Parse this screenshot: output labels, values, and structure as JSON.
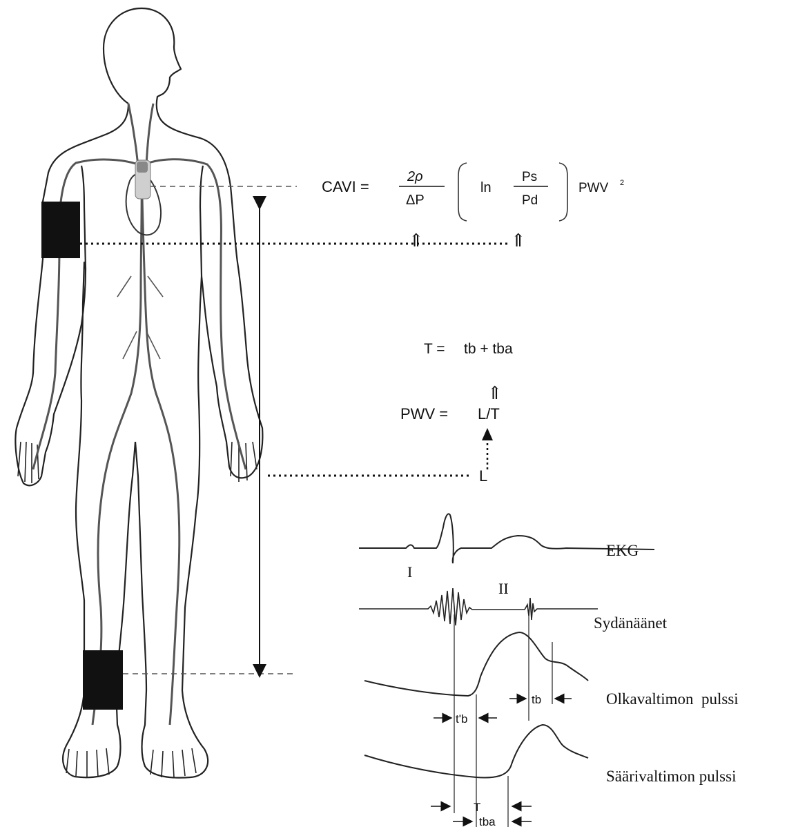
{
  "formula_cavi": {
    "lhs": "CAVI =",
    "num": "2ρ",
    "den": "ΔP",
    "ln": "ln",
    "ps": "Ps",
    "pd": "Pd",
    "pwv": "PWV",
    "sq": "2"
  },
  "formula_t": {
    "lhs": "T =",
    "rhs": "tb + tba"
  },
  "formula_pwv": {
    "lhs": "PWV =",
    "rhs": "L/T"
  },
  "length_label": "L",
  "up_arrow": "⇑",
  "waveforms": {
    "ekg": "EKG",
    "heart_sounds": "Sydänäänet",
    "brachial": "Olkavaltimon  pulssi",
    "ankle": "Säärivaltimon pulssi",
    "phase_1": "I",
    "phase_2": "II"
  },
  "intervals": {
    "t_prime_b": "t'b",
    "tb": "tb",
    "T": "T",
    "tba": "tba"
  }
}
